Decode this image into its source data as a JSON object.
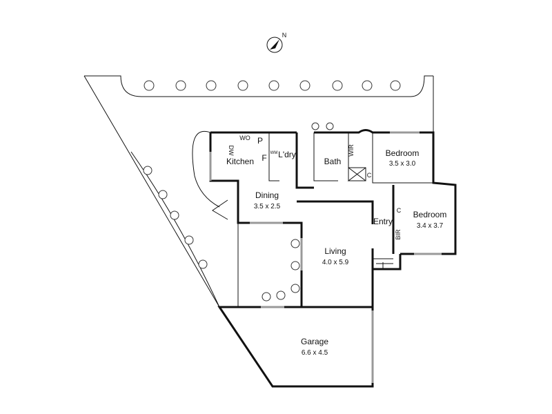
{
  "compass": {
    "label": "N"
  },
  "rooms": {
    "kitchen": {
      "name": "Kitchen"
    },
    "laundry": {
      "name": "L'dry"
    },
    "bath": {
      "name": "Bath"
    },
    "bedroom1": {
      "name": "Bedroom",
      "size": "3.5 x 3.0"
    },
    "bedroom2": {
      "name": "Bedroom",
      "size": "3.4 x 3.7"
    },
    "dining": {
      "name": "Dining",
      "size": "3.5 x 2.5"
    },
    "living": {
      "name": "Living",
      "size": "4.0 x 5.9"
    },
    "entry": {
      "name": "Entry"
    },
    "garage": {
      "name": "Garage",
      "size": "6.6 x 4.5"
    }
  },
  "fixtures": {
    "wo": "WO",
    "pantry": "P",
    "fridge": "F",
    "dishwasher": "DW",
    "wm": "WM",
    "wir": "WIR",
    "linen1": "C",
    "linen2": "C",
    "bir": "BIR"
  }
}
